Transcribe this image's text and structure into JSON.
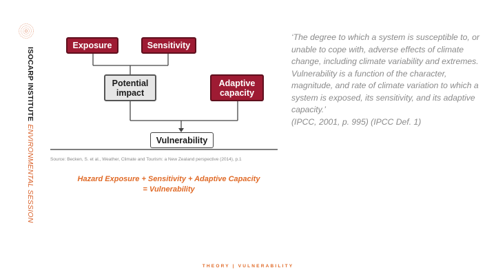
{
  "sidebar": {
    "brand": "ISOCARP INSTITUTE",
    "session": "ENVIRONMENTAL SESSION"
  },
  "diagram": {
    "nodes": {
      "exposure": "Exposure",
      "sensitivity": "Sensitivity",
      "potential_impact": "Potential impact",
      "adaptive_capacity": "Adaptive capacity",
      "vulnerability": "Vulnerability"
    },
    "source": "Source: Becken, S. et al., Weather, Climate and Tourism: a New Zealand perspective (2014), p.1"
  },
  "formula": {
    "line1": "Hazard Exposure + Sensitivity + Adaptive Capacity",
    "line2": "= Vulnerability"
  },
  "quote": {
    "text": "‘The degree to which a system is susceptible to, or unable to cope with, adverse effects of climate change, including climate variability and extremes. Vulnerability is a function of the character, magnitude, and rate of climate variation to which a system is exposed, its sensitivity, and its adaptive capacity.’",
    "citation": "(IPCC, 2001, p. 995) (IPCC Def. 1)"
  },
  "footer": {
    "text": "THEORY | VULNERABILITY"
  },
  "colors": {
    "accent": "#e06a27",
    "node_red": "#9e1b33",
    "quote_gray": "#8a8a8a"
  }
}
